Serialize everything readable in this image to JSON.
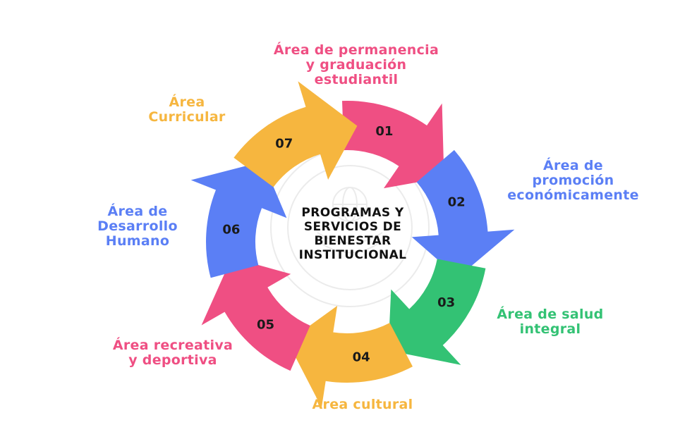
{
  "center_title": [
    "PROGRAMAS Y",
    "SERVICIOS DE",
    "BIENESTAR",
    "INSTITUCIONAL"
  ],
  "steps": [
    {
      "number": "01",
      "label": [
        "Área de permanencia",
        "y graduación",
        "estudiantil"
      ],
      "color": "#ef4f83"
    },
    {
      "number": "02",
      "label": [
        "Área de",
        "promoción",
        "económicamente"
      ],
      "color": "#5b7ff5"
    },
    {
      "number": "03",
      "label": [
        "Área de salud",
        "integral"
      ],
      "color": "#33c274"
    },
    {
      "number": "04",
      "label": [
        "Área cultural"
      ],
      "color": "#f6b63f"
    },
    {
      "number": "05",
      "label": [
        "Área recreativa",
        "y deportiva"
      ],
      "color": "#ef4f83"
    },
    {
      "number": "06",
      "label": [
        "Área de",
        "Desarrollo",
        "Humano"
      ],
      "color": "#5b7ff5"
    },
    {
      "number": "07",
      "label": [
        "Área",
        "Curricular"
      ],
      "color": "#f6b63f"
    }
  ],
  "watermark": {
    "icon": "globe-seal-icon"
  }
}
